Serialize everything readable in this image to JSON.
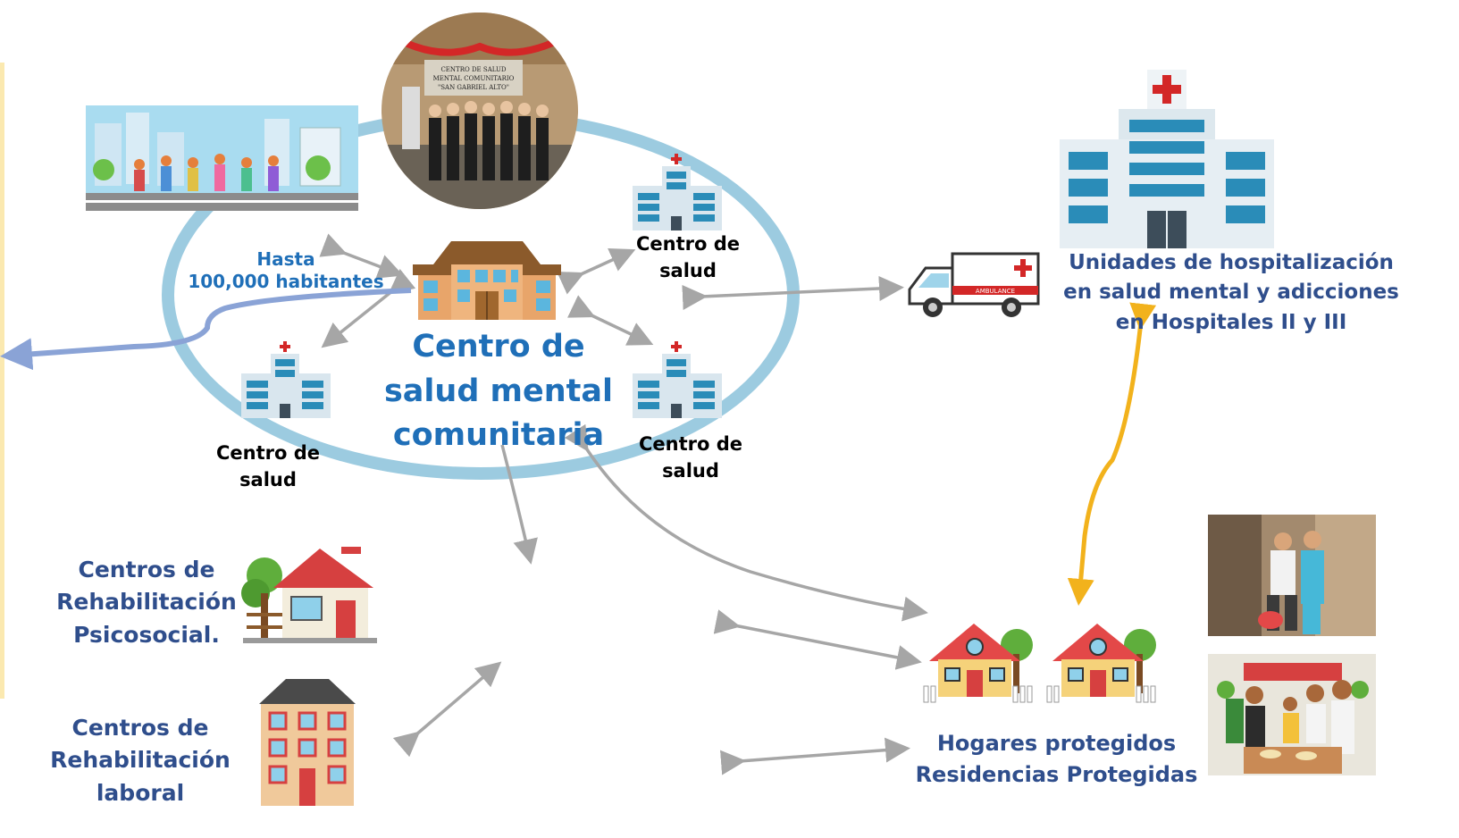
{
  "population": {
    "line1": "Hasta",
    "line2": "100,000 habitantes"
  },
  "center": {
    "line1": "Centro de",
    "line2": "salud mental",
    "line3": "comunitaria"
  },
  "health_center_top_right": {
    "line1": "Centro de",
    "line2": "salud"
  },
  "health_center_bottom_left": {
    "line1": "Centro de",
    "line2": "salud"
  },
  "health_center_bottom_right": {
    "line1": "Centro de",
    "line2": "salud"
  },
  "hospital_units": {
    "line1": "Unidades  de hospitalización",
    "line2": "en salud mental y adicciones",
    "line3": "en Hospitales II y III"
  },
  "rehab_psychosocial": {
    "line1": "Centros de",
    "line2": "Rehabilitación",
    "line3": "Psicosocial."
  },
  "rehab_labor": {
    "line1": "Centros de",
    "line2": "Rehabilitación",
    "line3": "laboral"
  },
  "protected_homes": {
    "line1": "Hogares protegidos",
    "line2": "Residencias Protegidas"
  },
  "sign_text": {
    "line1": "CENTRO DE SALUD",
    "line2": "MENTAL COMUNITARIO",
    "line3": "\"SAN GABRIEL ALTO\""
  },
  "ambulance_text": "AMBULANCE",
  "colors": {
    "ring": "#9ccbe0",
    "navy_text": "#2f4e8c",
    "center_text": "#1f6fb8",
    "arrow_gray": "#a6a6a6",
    "arrow_yellow": "#f2b21c",
    "arrow_blue": "#8aa3d6"
  }
}
